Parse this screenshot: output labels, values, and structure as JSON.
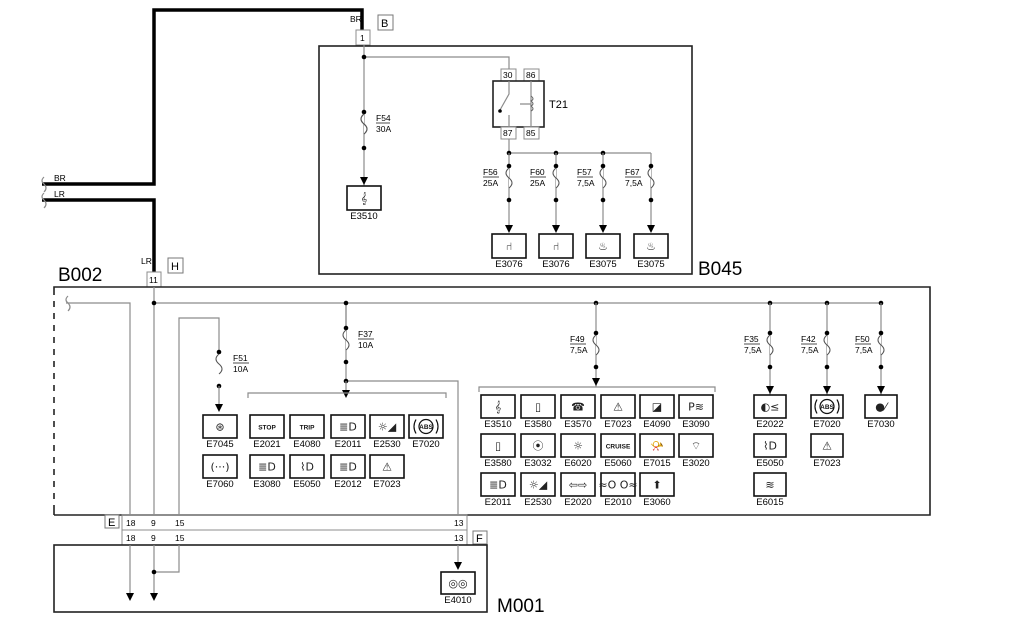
{
  "modules": {
    "b045": {
      "label": "B045"
    },
    "b002": {
      "label": "B002"
    },
    "m001": {
      "label": "M001"
    }
  },
  "harness": {
    "wires": [
      {
        "color_code": "BR"
      },
      {
        "color_code": "LR"
      }
    ],
    "drop_labels": {
      "br": "BR",
      "lr": "LR"
    }
  },
  "connectors": {
    "B": {
      "label": "B",
      "pins": [
        "1"
      ]
    },
    "H": {
      "label": "H",
      "pins": [
        "11"
      ]
    },
    "E": {
      "label": "E",
      "pins": [
        "18",
        "9",
        "15",
        "13"
      ]
    },
    "F": {
      "label": "F",
      "pins": [
        "18",
        "9",
        "15",
        "13"
      ]
    }
  },
  "relay": {
    "id": "T21",
    "pins": {
      "p30": "30",
      "p86": "86",
      "p87": "87",
      "p85": "85"
    }
  },
  "fuses": {
    "F54": {
      "id": "F54",
      "rating": "30A"
    },
    "F56": {
      "id": "F56",
      "rating": "25A"
    },
    "F60": {
      "id": "F60",
      "rating": "25A"
    },
    "F57": {
      "id": "F57",
      "rating": "7,5A"
    },
    "F67": {
      "id": "F67",
      "rating": "7,5A"
    },
    "F51": {
      "id": "F51",
      "rating": "10A"
    },
    "F37": {
      "id": "F37",
      "rating": "10A"
    },
    "F49": {
      "id": "F49",
      "rating": "7,5A"
    },
    "F35": {
      "id": "F35",
      "rating": "7,5A"
    },
    "F42": {
      "id": "F42",
      "rating": "7,5A"
    },
    "F50": {
      "id": "F50",
      "rating": "7,5A"
    }
  },
  "consumers": {
    "b045_f54": [
      {
        "code": "E3510",
        "icon": "treble-clef-icon",
        "glyph": "𝄞"
      }
    ],
    "b045_relay": [
      {
        "code": "E3076",
        "icon": "seat-adjust-icon",
        "glyph": "⑁"
      },
      {
        "code": "E3076",
        "icon": "seat-adjust-icon",
        "glyph": "⑁"
      },
      {
        "code": "E3075",
        "icon": "seat-heater-icon",
        "glyph": "♨"
      },
      {
        "code": "E3075",
        "icon": "seat-heater-icon",
        "glyph": "♨"
      }
    ],
    "f51": [
      {
        "code": "E7045",
        "icon": "steering-wheel-icon",
        "glyph": "⊛"
      },
      {
        "code": "E7060",
        "icon": "tire-pressure-icon",
        "glyph": "(···)"
      }
    ],
    "f37": [
      {
        "code": "E2021",
        "icon": "stop-light-icon",
        "glyph": "STOP"
      },
      {
        "code": "E4080",
        "icon": "trip-computer-icon",
        "glyph": "TRIP"
      },
      {
        "code": "E2011",
        "icon": "headlight-high-beam-icon",
        "glyph": "≣D"
      },
      {
        "code": "E2530",
        "icon": "dimmer-light-icon",
        "glyph": "☼◢"
      },
      {
        "code": "E7020",
        "icon": "abs-warning-icon",
        "glyph": "((ABS))"
      },
      {
        "code": "E3080",
        "icon": "headlight-leveling-icon",
        "glyph": "≣D"
      },
      {
        "code": "E5050",
        "icon": "glow-plug-icon",
        "glyph": "⌇D"
      },
      {
        "code": "E2012",
        "icon": "headlight-low-beam-icon",
        "glyph": "≣D"
      },
      {
        "code": "E7023",
        "icon": "stability-control-icon",
        "glyph": "⚠"
      }
    ],
    "f49": [
      {
        "code": "E3510",
        "icon": "treble-clef-icon",
        "glyph": "𝄞"
      },
      {
        "code": "E3580",
        "icon": "mobile-phone-icon",
        "glyph": "▯"
      },
      {
        "code": "E3570",
        "icon": "telephone-icon",
        "glyph": "☎"
      },
      {
        "code": "E7023",
        "icon": "stability-control-icon",
        "glyph": "⚠"
      },
      {
        "code": "E4090",
        "icon": "navigation-display-icon",
        "glyph": "◪"
      },
      {
        "code": "E3090",
        "icon": "parking-sensor-icon",
        "glyph": "P≋"
      },
      {
        "code": "E3580",
        "icon": "mobile-phone-icon",
        "glyph": "▯"
      },
      {
        "code": "E3032",
        "icon": "mirror-adjust-icon",
        "glyph": "⦿"
      },
      {
        "code": "E6020",
        "icon": "interior-light-icon",
        "glyph": "☼"
      },
      {
        "code": "E5060",
        "icon": "cruise-control-icon",
        "glyph": "CRUISE"
      },
      {
        "code": "E7015",
        "icon": "horn-icon",
        "glyph": "📯"
      },
      {
        "code": "E3020",
        "icon": "wiper-icon",
        "glyph": "⌔"
      },
      {
        "code": "E2011",
        "icon": "headlight-high-beam-icon",
        "glyph": "≣D"
      },
      {
        "code": "E2530",
        "icon": "dimmer-light-icon",
        "glyph": "☼◢"
      },
      {
        "code": "E2020",
        "icon": "turn-signal-icon",
        "glyph": "⇦⇨"
      },
      {
        "code": "E2010",
        "icon": "position-light-icon",
        "glyph": "≈O O≈"
      },
      {
        "code": "E3060",
        "icon": "sunroof-icon",
        "glyph": "⬆"
      }
    ],
    "f35": [
      {
        "code": "E2022",
        "icon": "rear-fog-light-icon",
        "glyph": "◐≤"
      },
      {
        "code": "E5050",
        "icon": "glow-plug-icon",
        "glyph": "⌇D"
      },
      {
        "code": "E6015",
        "icon": "rear-window-heater-icon",
        "glyph": "≋"
      }
    ],
    "f42": [
      {
        "code": "E7020",
        "icon": "abs-warning-icon",
        "glyph": "((ABS))"
      },
      {
        "code": "E7023",
        "icon": "stability-control-icon",
        "glyph": "⚠"
      }
    ],
    "f50": [
      {
        "code": "E7030",
        "icon": "seatbelt-warning-icon",
        "glyph": "●⁄"
      }
    ],
    "m001": [
      {
        "code": "E4010",
        "icon": "instrument-gauges-icon",
        "glyph": "◎◎"
      }
    ]
  }
}
